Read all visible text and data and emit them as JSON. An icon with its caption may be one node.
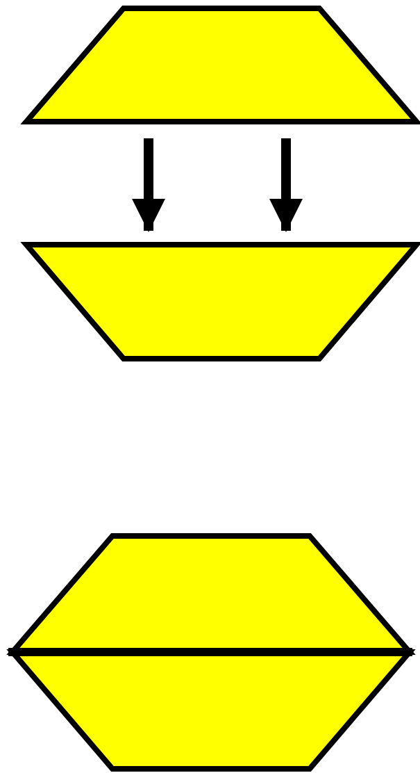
{
  "diagram": {
    "nodes": [
      {
        "text": [],
        "shape": "trapezoid"
      },
      {
        "text": [],
        "shape": "trapezoid"
      },
      {
        "text": [],
        "shape": "trapezoid"
      },
      {
        "text": [],
        "shape": "trapezoid"
      }
    ],
    "edges": [
      {
        "from": 0,
        "to": 1,
        "arrow": "to"
      },
      {
        "from": 0,
        "to": 1,
        "arrow": "to"
      }
    ]
  }
}
